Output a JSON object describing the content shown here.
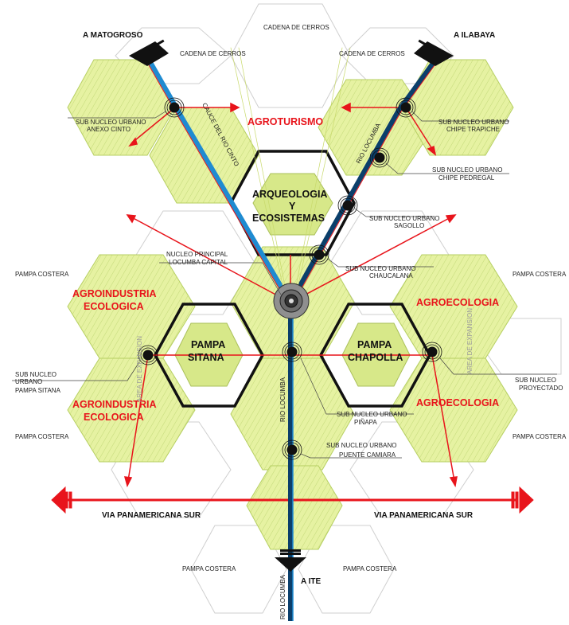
{
  "colors": {
    "hex_fill": "#e6f2a2",
    "hex_hatch": "#b6cf62",
    "hex_outline": "#c8c8c8",
    "core_outline": "#111111",
    "red": "#e8141b",
    "river_blue": "#1f8bd1",
    "river_dark": "#0b3f6b"
  },
  "directions": {
    "north_west": "A MATOGROSO",
    "north_east": "A ILABAYA",
    "south": "A ITE"
  },
  "cadena": {
    "top": "CADENA DE CERROS",
    "left": "CADENA DE CERROS",
    "right": "CADENA DE CERROS"
  },
  "pampa_costera": {
    "left_upper": "PAMPA COSTERA",
    "right_upper": "PAMPA COSTERA",
    "left_lower": "PAMPA COSTERA",
    "right_lower": "PAMPA COSTERA",
    "bottom_left": "PAMPA COSTERA",
    "bottom_right": "PAMPA COSTERA"
  },
  "zones": {
    "agroturismo": "AGROTURISMO",
    "agroindustria_upper_1": "AGROINDUSTRIA",
    "agroindustria_upper_2": "ECOLOGICA",
    "agroindustria_lower_1": "AGROINDUSTRIA",
    "agroindustria_lower_2": "ECOLOGICA",
    "agroecologia_upper": "AGROECOLOGIA",
    "agroecologia_lower": "AGROECOLOGIA"
  },
  "cores": {
    "arqueologia_1": "ARQUEOLOGIA",
    "arqueologia_2": "Y",
    "arqueologia_3": "ECOSISTEMAS",
    "sitana_1": "PAMPA",
    "sitana_2": "SITANA",
    "chapolla_1": "PAMPA",
    "chapolla_2": "CHAPOLLA"
  },
  "nodes": {
    "anexo_cinto_1": "SUB NUCLEO URBANO",
    "anexo_cinto_2": "ANEXO CINTO",
    "chipe_trapiche_1": "SUB NUCLEO URBANO",
    "chipe_trapiche_2": "CHIPE TRAPICHE",
    "chipe_pedregal_1": "SUB NUCLEO URBANO",
    "chipe_pedregal_2": "CHIPE PEDREGAL",
    "sagollo_1": "SUB NUCLEO URBANO",
    "sagollo_2": "SAGOLLO",
    "chaucalana_1": "SUB  NUCLEO URBANO",
    "chaucalana_2": "CHAUCALANA",
    "principal_1": "NUCLEO PRINCIPAL",
    "principal_2": "LOCUMBA CAPITAL",
    "sitana_1": "SUB    NUCLEO",
    "sitana_2": "URBANO",
    "sitana_3": "PAMPA SITANA",
    "pinapa_1": "SUB NUCLEO URBANO",
    "pinapa_2": "PIÑAPA",
    "puente_1": "SUB  NUCLEO URBANO",
    "puente_2": "PUENTE CAMIARA",
    "proyectado_1": "SUB      NUCLEO",
    "proyectado_2": "PROYECTADO"
  },
  "rivers": {
    "cauce_cinto": "CAUCE DEL RIO CINTO",
    "rio_locumba_ne": "RIO LOCUMBA",
    "rio_locumba_center": "RIO LOCUMBA",
    "rio_locumba_bottom": "RIO LOCUMBA"
  },
  "expansion": {
    "left": "AREA DE EXPANSION",
    "right": "AREA DE EXPANSION"
  },
  "highway": {
    "left": "VIA PANAMERICANA SUR",
    "right": "VIA PANAMERICANA SUR"
  }
}
